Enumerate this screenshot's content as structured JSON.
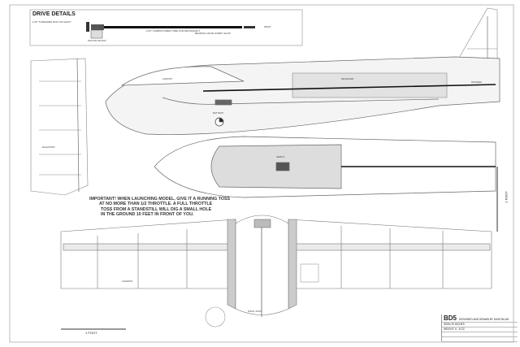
{
  "drive_details": {
    "title": "DRIVE DETAILS",
    "note_motor": "1/16\" THREADED ROD OR SHAFT",
    "note_bearing": "BEARING FROM HOBBY SHOP",
    "note_shaft": "1/16\" CARBON FIBER TUBE FOR DRIVESHAFT",
    "note_prop": "PROP",
    "note_motor_label": "MOTOR MOUNT"
  },
  "important_note": {
    "lines": [
      "IMPORTANT! WHEN LAUNCHING MODEL, GIVE IT A RUNNING TOSS",
      "AT NO MORE THAN 1/2 THROTTLE. A FULL THROTTLE",
      "TOSS FROM A STANDSTILL WILL DIG A SMALL HOLE",
      "IN THE GROUND 10 FEET IN FRONT OF YOU."
    ]
  },
  "title_block": {
    "model": "BD5",
    "designer": "DESIGNED AND DRAWN BY DAVE BLUM",
    "span": "SPAN 29 INCHES",
    "weight": "WEIGHT: 6 - 8 OZ"
  },
  "scale": {
    "horizontal": "1 FOOT",
    "vertical": "1 FOOT"
  },
  "labels": {
    "canopy": "CANOPY",
    "battery": "BATTERY",
    "receiver": "RECEIVER",
    "servo": "SERVO",
    "aileron": "AILERON",
    "elevator": "ELEVATOR",
    "rudder": "RUDDER",
    "wing_joint": "WING JOINT"
  }
}
